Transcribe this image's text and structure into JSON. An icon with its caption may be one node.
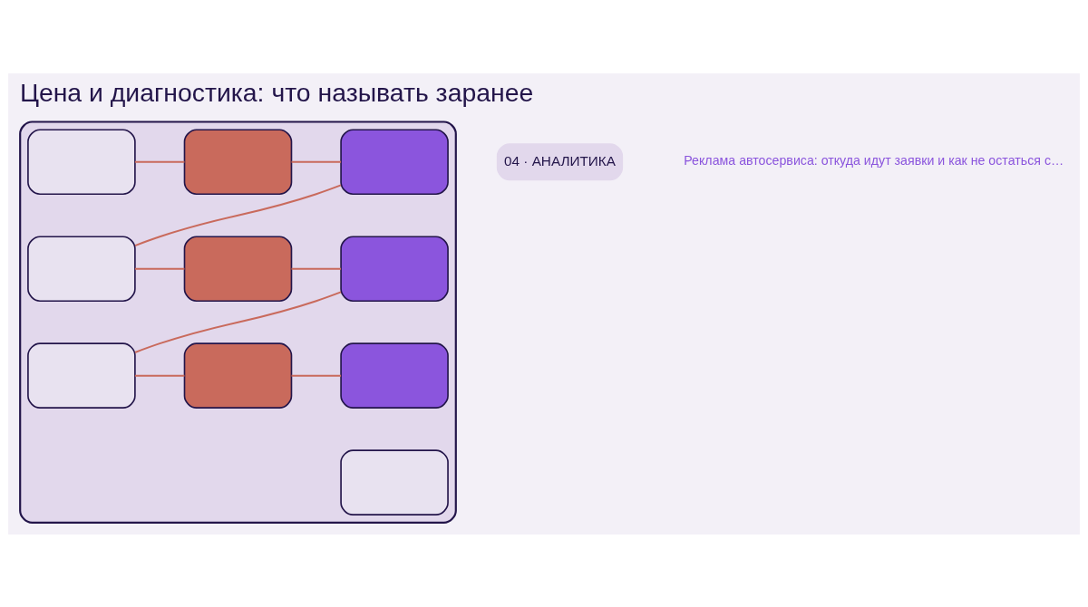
{
  "diagram": {
    "title": "Цена и диагностика: что называть заранее",
    "nodes": [
      {
        "text": [],
        "shape": "box"
      },
      {
        "text": [],
        "shape": "box",
        "in": 0
      },
      {
        "text": [],
        "shape": "box",
        "in": 0
      },
      {
        "text": [],
        "shape": "box",
        "in": 0
      },
      {
        "text": [],
        "shape": "box",
        "in": 0
      },
      {
        "text": [],
        "shape": "box",
        "in": 0
      },
      {
        "text": [],
        "shape": "box",
        "in": 0
      },
      {
        "text": [],
        "shape": "box",
        "in": 0
      },
      {
        "text": [],
        "shape": "box",
        "in": 0
      },
      {
        "text": [],
        "shape": "box",
        "in": 0
      },
      {
        "text": [],
        "shape": "box",
        "in": 0
      }
    ],
    "edges": [
      {
        "from": 1,
        "to": 2,
        "arrow": "none"
      },
      {
        "from": 2,
        "to": 3,
        "arrow": "none"
      },
      {
        "from": 3,
        "to": 4,
        "arrow": "none"
      },
      {
        "from": 4,
        "to": 5,
        "arrow": "none"
      },
      {
        "from": 5,
        "to": 6,
        "arrow": "none"
      },
      {
        "from": 6,
        "to": 7,
        "arrow": "none"
      },
      {
        "from": 7,
        "to": 8,
        "arrow": "none"
      },
      {
        "from": 8,
        "to": 9,
        "arrow": "none"
      }
    ],
    "labels": [
      "04 · АНАЛИТИКА",
      "Реклама автосервиса: откуда идут заявки и как не остаться с…"
    ]
  }
}
